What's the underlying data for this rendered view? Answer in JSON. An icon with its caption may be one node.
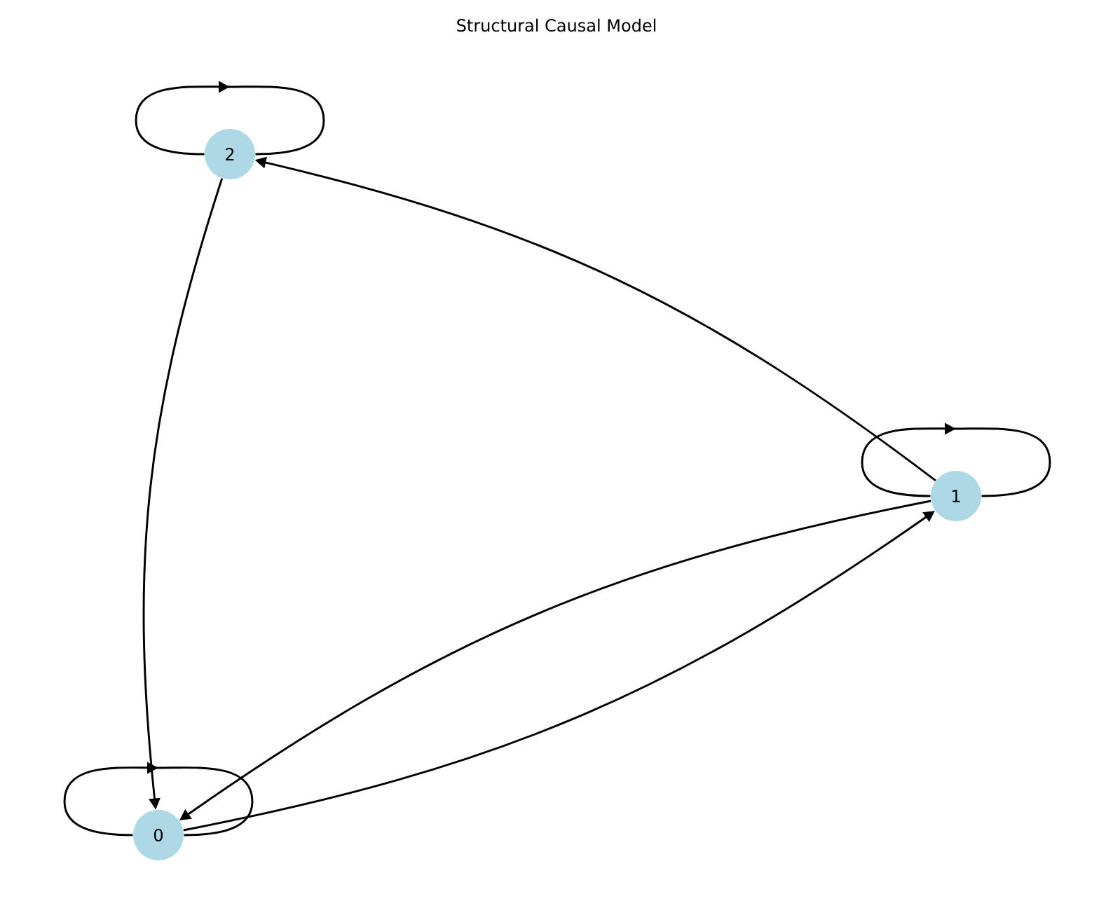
{
  "diagram": {
    "title": "Structural Causal Model",
    "nodes": [
      {
        "text": [
          "0"
        ]
      },
      {
        "text": [
          "1"
        ]
      },
      {
        "text": [
          "2"
        ]
      }
    ],
    "edges": [
      {
        "from": 0,
        "to": 0,
        "arrow": "to"
      },
      {
        "from": 0,
        "to": 1,
        "arrow": "to"
      },
      {
        "from": 1,
        "to": 1,
        "arrow": "to"
      },
      {
        "from": 1,
        "to": 2,
        "arrow": "to"
      },
      {
        "from": 1,
        "to": 0,
        "arrow": "to"
      },
      {
        "from": 2,
        "to": 0,
        "arrow": "to"
      },
      {
        "from": 2,
        "to": 2,
        "arrow": "to"
      }
    ]
  }
}
